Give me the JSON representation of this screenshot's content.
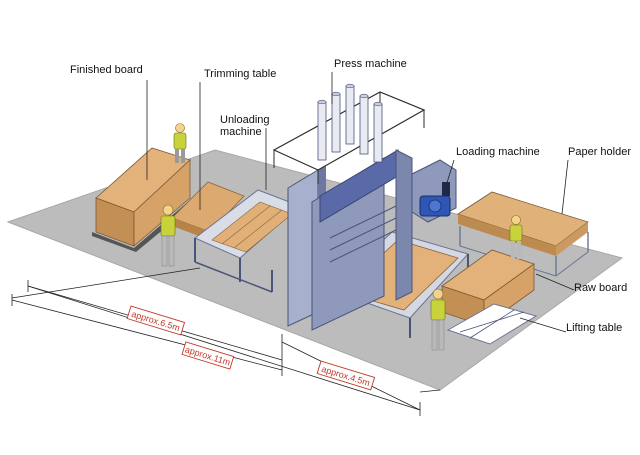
{
  "labels": {
    "finished_board": "Finished board",
    "trimming_table": "Trimming table",
    "press_machine": "Press machine",
    "unloading_machine_line1": "Unloading",
    "unloading_machine_line2": "machine",
    "loading_machine": "Loading machine",
    "paper_holder": "Paper holder",
    "raw_board": "Raw board",
    "lifting_table": "Lifting table"
  },
  "dimensions": {
    "left_segment": "approx.6.5m",
    "total": "approx.11m",
    "right_segment": "approx.4.5m"
  },
  "colors": {
    "floor": "#bcbcbc",
    "wood": "#d9a46a",
    "wood_dark": "#b9834a",
    "steel": "#9aa6c4",
    "steel_dark": "#4a5478",
    "press_blue": "#5a6aa8",
    "motor_blue": "#2f56b4",
    "dim_red": "#c0392b",
    "worker_vest": "#c8d23a"
  }
}
